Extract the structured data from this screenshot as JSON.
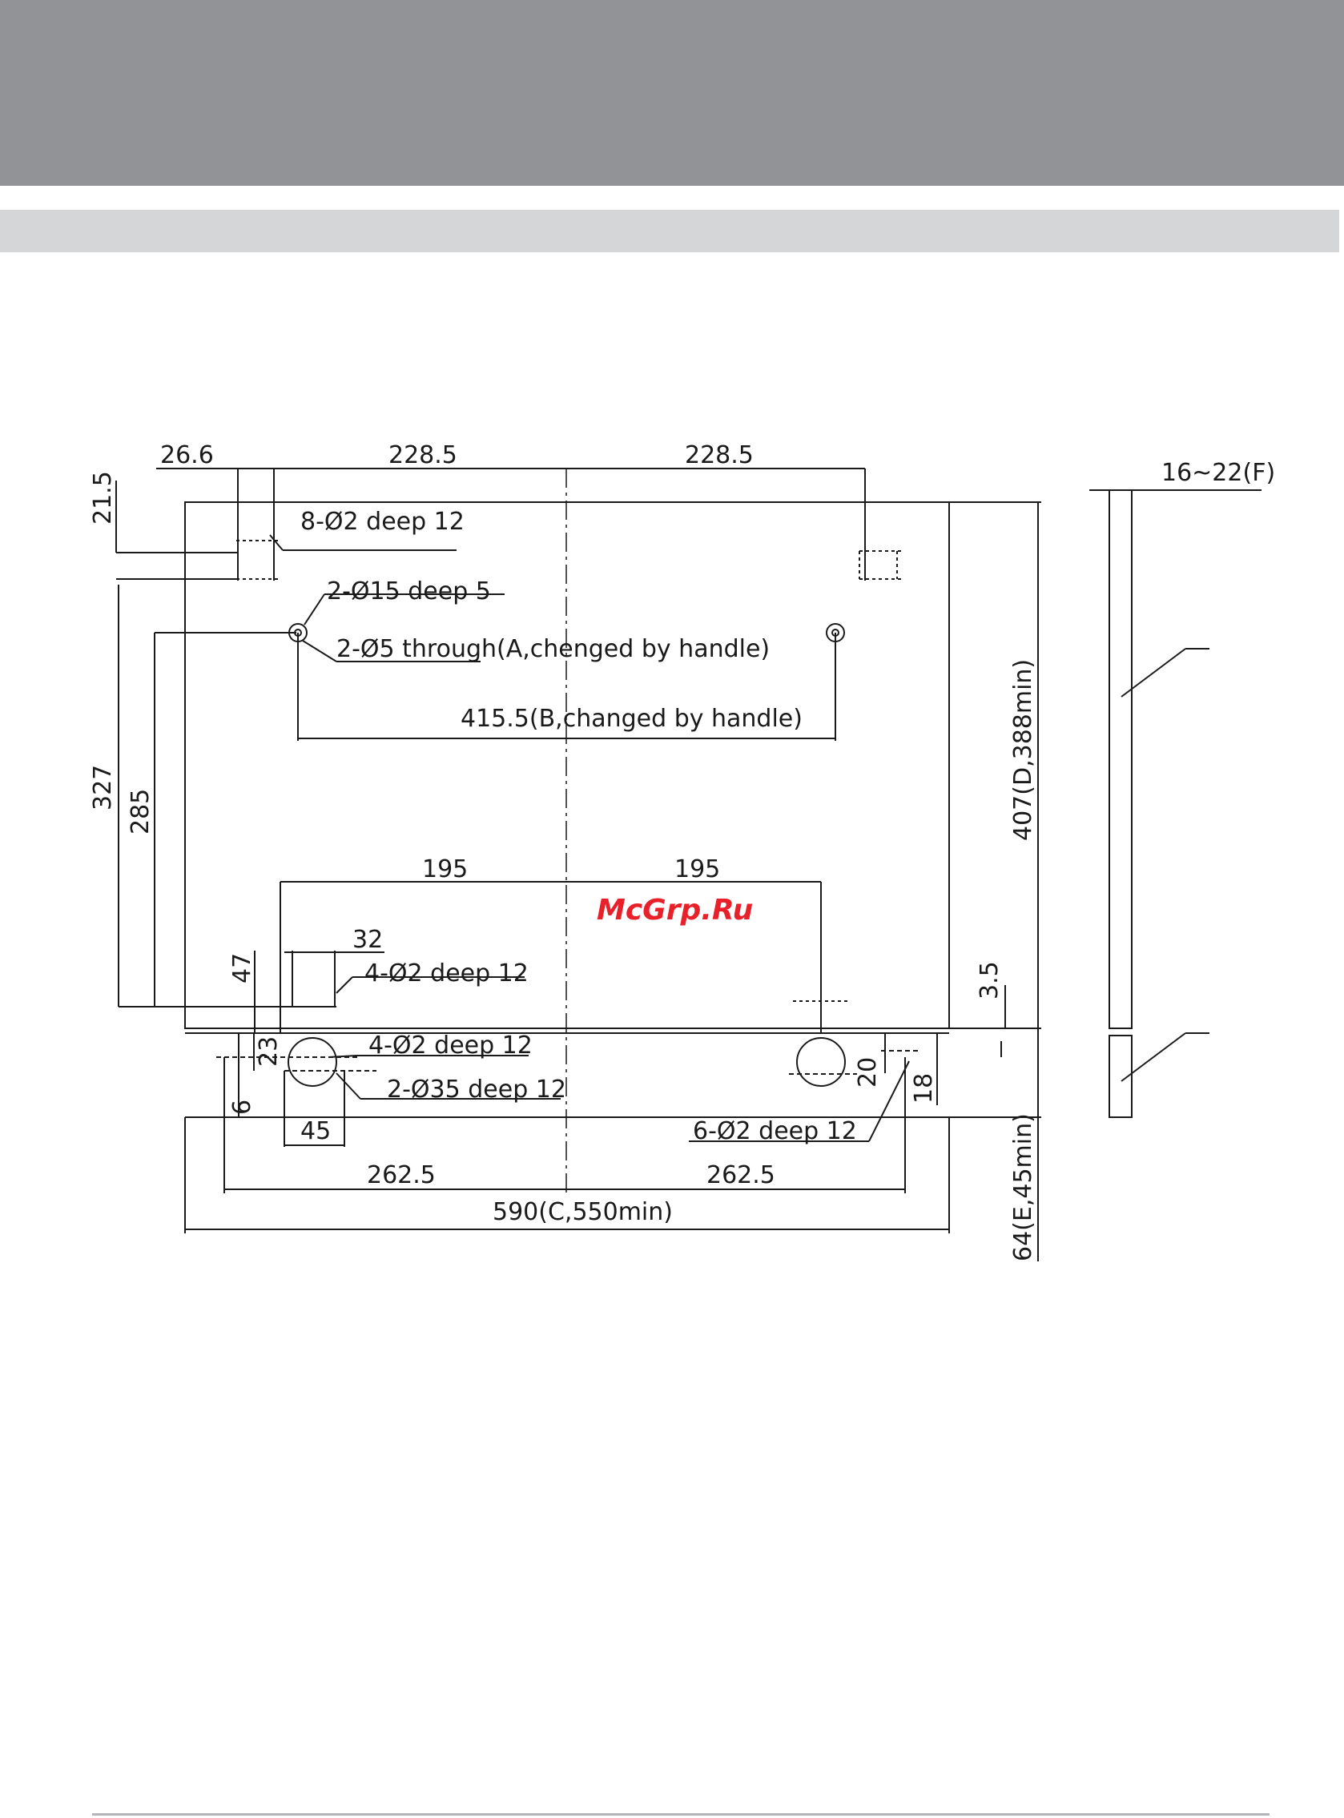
{
  "header": {
    "band_color": "#929396"
  },
  "subheader": {
    "band_color": "#d5d6d8"
  },
  "watermark": {
    "text": "McGrp.Ru",
    "color": "#e8202a"
  },
  "drawing": {
    "dims": {
      "d_26_6": "26.6",
      "d_228_5_left": "228.5",
      "d_228_5_right": "228.5",
      "d_21_5": "21.5",
      "d_327": "327",
      "d_285": "285",
      "d_195_left": "195",
      "d_195_right": "195",
      "d_32": "32",
      "d_47": "47",
      "d_3_5": "3.5",
      "d_23": "23",
      "d_6": "6",
      "d_45": "45",
      "d_20": "20",
      "d_18": "18",
      "d_262_5_left": "262.5",
      "d_262_5_right": "262.5",
      "d_415_5": "415.5(B,changed by handle)",
      "d_590": "590(C,550min)",
      "d_407": "407(D,388min)",
      "d_64": "64(E,45min)",
      "d_16_22": "16~22(F)"
    },
    "callouts": {
      "holes_8": "8-Ø2 deep 12",
      "holes_15": "2-Ø15 deep 5",
      "holes_5": "2-Ø5 through(A,chenged by handle)",
      "holes_4a": "4-Ø2 deep 12",
      "holes_4b": "4-Ø2 deep 12",
      "holes_35": "2-Ø35 deep 12",
      "holes_6": "6-Ø2 deep 12"
    }
  }
}
